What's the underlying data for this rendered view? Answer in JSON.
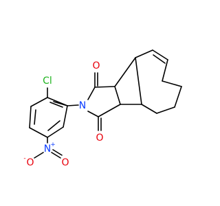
{
  "molecule": {
    "atoms": {
      "chlorine": {
        "symbol": "Cl",
        "color": "#1fb41f"
      },
      "oxygen_top": {
        "symbol": "O",
        "color": "#e8000b"
      },
      "oxygen_bottom": {
        "symbol": "O",
        "color": "#e8000b"
      },
      "imide_nitrogen": {
        "symbol": "N",
        "color": "#0a3cff"
      },
      "nitro_nitrogen": {
        "symbol": "N",
        "charge": "+",
        "color": "#0a3cff"
      },
      "nitro_oxygen_left": {
        "symbol": "O",
        "charge": "-",
        "color": "#e8000b"
      },
      "nitro_oxygen_right": {
        "symbol": "O",
        "color": "#e8000b"
      }
    },
    "bond_color": "#000000",
    "background": "#ffffff"
  }
}
